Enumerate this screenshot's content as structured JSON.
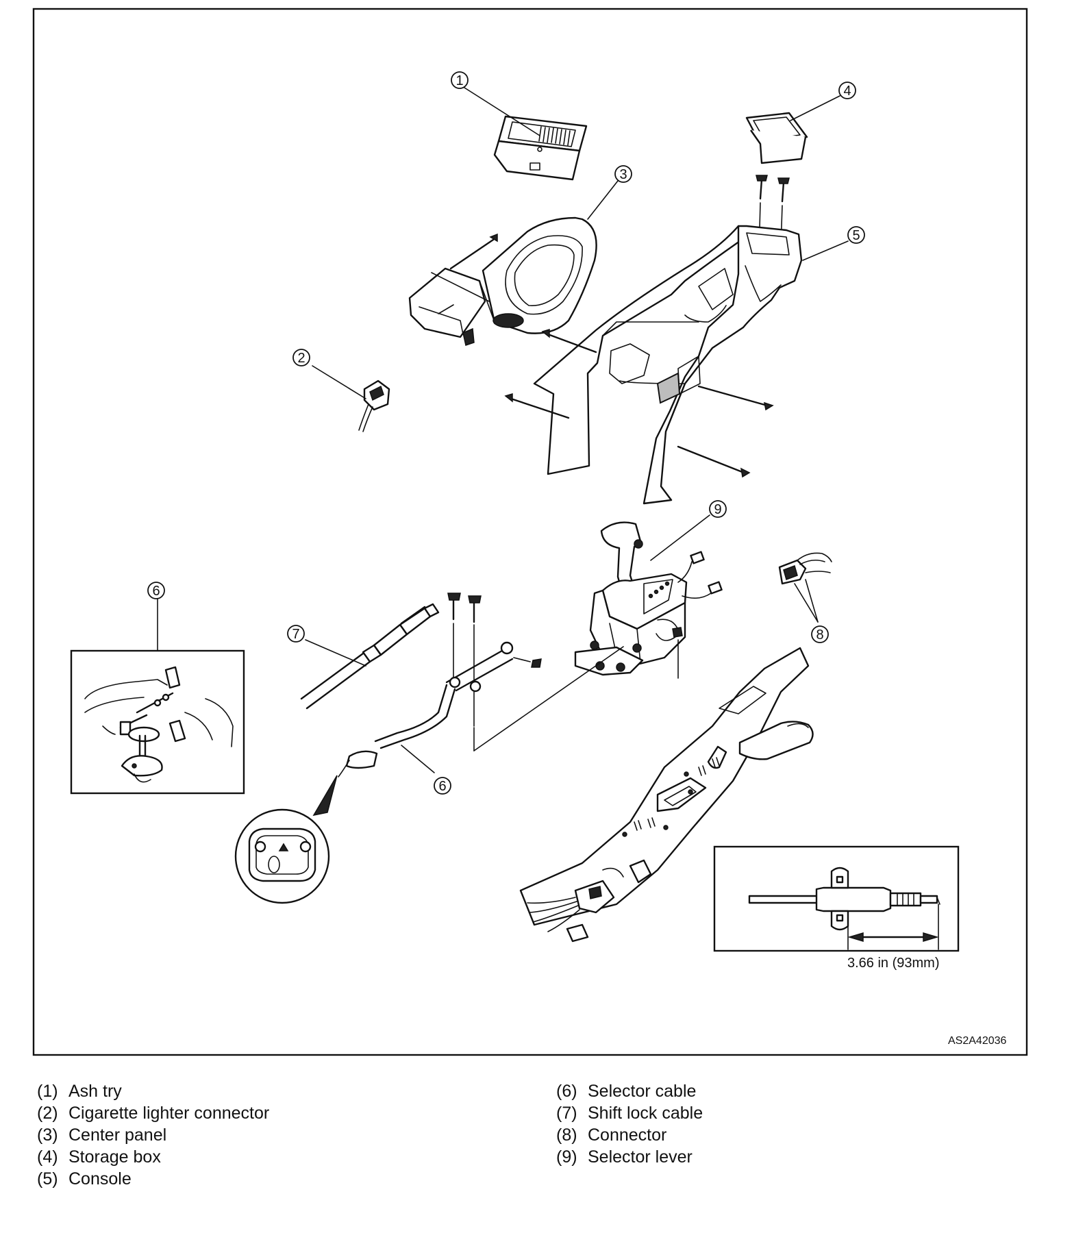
{
  "callouts": [
    "1",
    "2",
    "3",
    "4",
    "5",
    "6",
    "7",
    "8",
    "9"
  ],
  "dimension_label": "3.66 in (93mm)",
  "figure_code": "AS2A42036",
  "legend_left": [
    {
      "num": "(1)",
      "label": "Ash try"
    },
    {
      "num": "(2)",
      "label": "Cigarette lighter connector"
    },
    {
      "num": "(3)",
      "label": "Center panel"
    },
    {
      "num": "(4)",
      "label": "Storage box"
    },
    {
      "num": "(5)",
      "label": "Console"
    }
  ],
  "legend_right": [
    {
      "num": "(6)",
      "label": "Selector cable"
    },
    {
      "num": "(7)",
      "label": "Shift lock cable"
    },
    {
      "num": "(8)",
      "label": "Connector"
    },
    {
      "num": "(9)",
      "label": "Selector lever"
    }
  ]
}
